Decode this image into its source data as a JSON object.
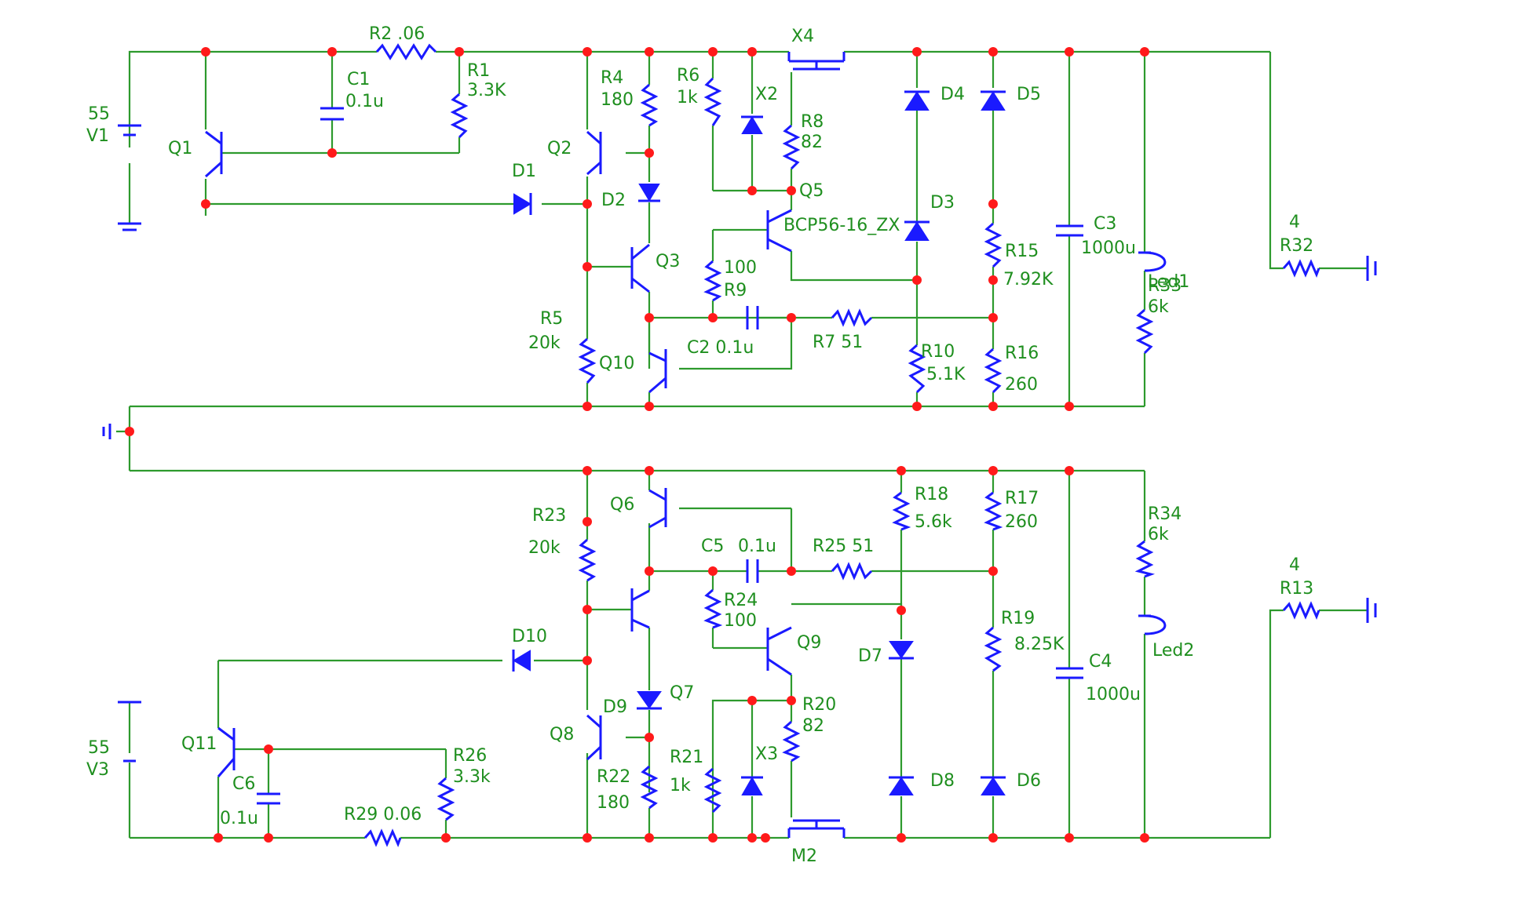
{
  "colors": {
    "wire": "#2d9a2d",
    "component": "#1a1aff",
    "node": "#ff1a1a",
    "label": "#1f8f1f"
  },
  "labels": {
    "r2": "R2 .06",
    "c1": "C1",
    "c1v": "0.1u",
    "r1": "R1",
    "r1v": "3.3K",
    "v1v": "55",
    "v1": "V1",
    "q1": "Q1",
    "d1": "D1",
    "q2": "Q2",
    "r4": "R4",
    "r4v": "180",
    "d2": "D2",
    "r6": "R6",
    "r6v": "1k",
    "x2": "X2",
    "x4": "X4",
    "r8": "R8",
    "r8v": "82",
    "q5": "Q5",
    "q5type": "BCP56-16_ZX",
    "q3": "Q3",
    "r9v": "100",
    "r9": "R9",
    "r5": "R5",
    "r5v": "20k",
    "q10": "Q10",
    "c2": "C2 0.1u",
    "r7": "R7 51",
    "d3": "D3",
    "d4": "D4",
    "d5": "D5",
    "r15": "R15",
    "r15v": "7.92K",
    "r10": "R10",
    "r10v": "5.1K",
    "r16": "R16",
    "r16v": "260",
    "c3": "C3",
    "c3v": "1000u",
    "led1": "Led1",
    "r33": "R33",
    "r33v": "6k",
    "r32v": "4",
    "r32": "R32",
    "r23": "R23",
    "r23v": "20k",
    "q6": "Q6",
    "c5": "C5",
    "c5v": "0.1u",
    "r25": "R25 51",
    "r18": "R18",
    "r18v": "5.6k",
    "r17": "R17",
    "r17v": "260",
    "r34": "R34",
    "r34v": "6k",
    "r13v": "4",
    "r13": "R13",
    "r24": "R24",
    "r24v": "100",
    "q9": "Q9",
    "d10": "D10",
    "r19": "R19",
    "r19v": "8.25K",
    "c4": "C4",
    "c4v": "1000u",
    "led2": "Led2",
    "d7": "D7",
    "q7": "Q7",
    "r20": "R20",
    "r20v": "82",
    "d9": "D9",
    "q8": "Q8",
    "x3": "X3",
    "v3v": "55",
    "v3": "V3",
    "q11": "Q11",
    "r26": "R26",
    "r26v": "3.3k",
    "c6": "C6",
    "c6v": "0.1u",
    "r22": "R22",
    "r22v": "180",
    "r21": "R21",
    "r21v": "1k",
    "d8": "D8",
    "d6": "D6",
    "r29": "R29 0.06",
    "m2": "M2"
  }
}
